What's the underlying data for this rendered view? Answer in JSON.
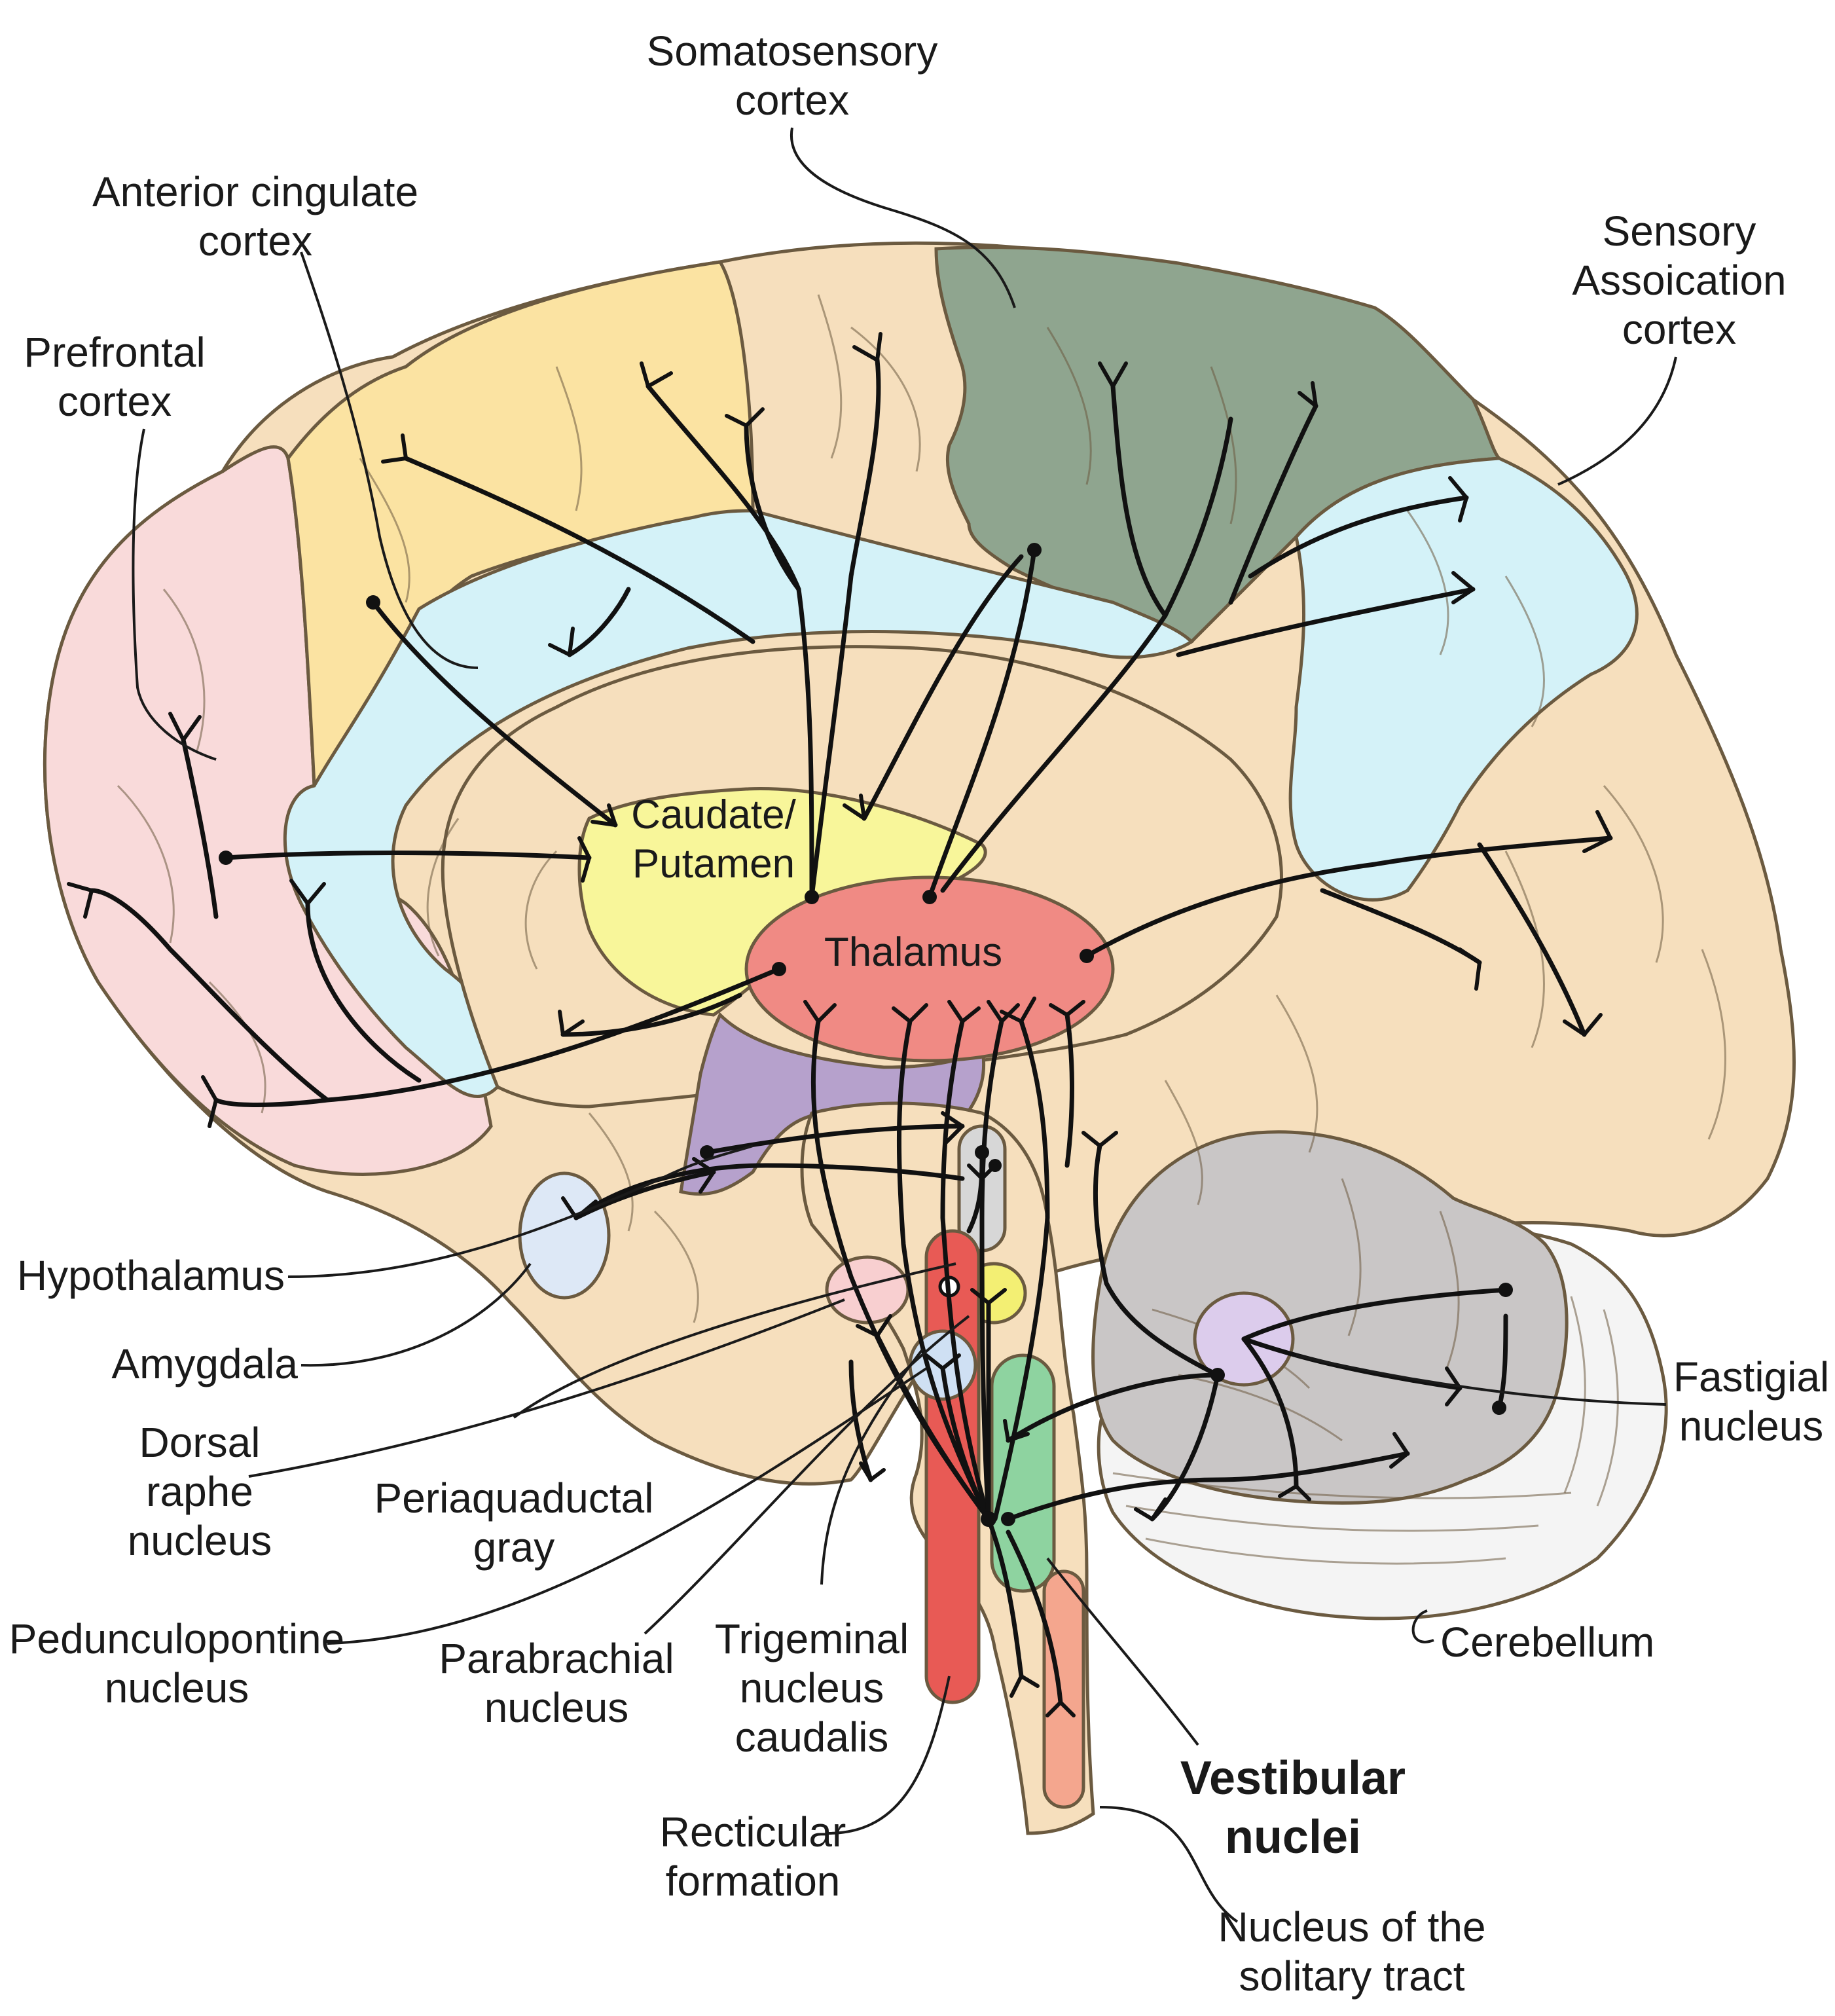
{
  "labels": {
    "somatosensory": [
      "Somatosensory",
      "cortex"
    ],
    "anterior_cingulate": [
      "Anterior cingulate",
      "cortex"
    ],
    "sensory_association": [
      "Sensory",
      "Assoication",
      "cortex"
    ],
    "prefrontal": [
      "Prefrontal",
      "cortex"
    ],
    "caudate": [
      "Caudate/",
      "Putamen"
    ],
    "thalamus": "Thalamus",
    "hypothalamus": "Hypothalamus",
    "amygdala": "Amygdala",
    "dorsal_raphe": [
      "Dorsal",
      "raphe",
      "nucleus"
    ],
    "periaqueductal": [
      "Periaquaductal",
      "gray"
    ],
    "pedunculopontine": [
      "Pedunculopontine",
      "nucleus"
    ],
    "parabrachial": [
      "Parabrachial",
      "nucleus"
    ],
    "trigeminal": [
      "Trigeminal",
      "nucleus",
      "caudalis"
    ],
    "reticular": [
      "Recticular",
      "formation"
    ],
    "vestibular": [
      "Vestibular",
      "nuclei"
    ],
    "solitary": [
      "Nucleus of the",
      "solitary tract"
    ],
    "fastigial": [
      "Fastigial",
      "nucleus"
    ],
    "cerebellum": "Cerebellum"
  },
  "colors": {
    "cortex_base": "#f6dfbd",
    "prefrontal": "#f9dada",
    "anterior_cingulate": "#fbe3a2",
    "somatosensory": "#8fa58f",
    "sensory_association": "#d4f2f8",
    "caudate_putamen": "#f8f69a",
    "thalamus": "#f08a84",
    "hypothalamus": "#b6a1cc",
    "amygdala": "#dde8f6",
    "cerebellum": "#c9c6c6",
    "vestibular_nuclei": "#8ed3a0",
    "reticular_formation": "#e85a55",
    "solitary_tract": "#f4a68e",
    "periaqueductal_gray": "#d7d7d7",
    "fastigial_nucleus": "#dcccec",
    "dorsal_raphe": "#f8cfd0",
    "parabrachial": "#f3ef73",
    "pedunculopontine": "#cfe0f3"
  }
}
